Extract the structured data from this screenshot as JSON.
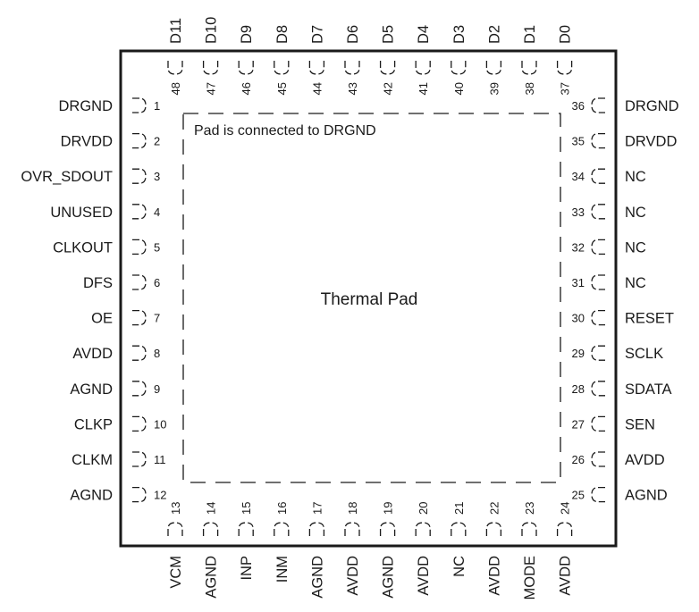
{
  "pad": {
    "title": "Thermal Pad",
    "note": "Pad is connected to DRGND"
  },
  "pins": {
    "left": [
      {
        "num": "1",
        "name": "DRGND"
      },
      {
        "num": "2",
        "name": "DRVDD"
      },
      {
        "num": "3",
        "name": "OVR_SDOUT"
      },
      {
        "num": "4",
        "name": "UNUSED"
      },
      {
        "num": "5",
        "name": "CLKOUT"
      },
      {
        "num": "6",
        "name": "DFS"
      },
      {
        "num": "7",
        "name": "OE"
      },
      {
        "num": "8",
        "name": "AVDD"
      },
      {
        "num": "9",
        "name": "AGND"
      },
      {
        "num": "10",
        "name": "CLKP"
      },
      {
        "num": "11",
        "name": "CLKM"
      },
      {
        "num": "12",
        "name": "AGND"
      }
    ],
    "bottom": [
      {
        "num": "13",
        "name": "VCM"
      },
      {
        "num": "14",
        "name": "AGND"
      },
      {
        "num": "15",
        "name": "INP"
      },
      {
        "num": "16",
        "name": "INM"
      },
      {
        "num": "17",
        "name": "AGND"
      },
      {
        "num": "18",
        "name": "AVDD"
      },
      {
        "num": "19",
        "name": "AGND"
      },
      {
        "num": "20",
        "name": "AVDD"
      },
      {
        "num": "21",
        "name": "NC"
      },
      {
        "num": "22",
        "name": "AVDD"
      },
      {
        "num": "23",
        "name": "MODE"
      },
      {
        "num": "24",
        "name": "AVDD"
      }
    ],
    "right": [
      {
        "num": "36",
        "name": "DRGND"
      },
      {
        "num": "35",
        "name": "DRVDD"
      },
      {
        "num": "34",
        "name": "NC"
      },
      {
        "num": "33",
        "name": "NC"
      },
      {
        "num": "32",
        "name": "NC"
      },
      {
        "num": "31",
        "name": "NC"
      },
      {
        "num": "30",
        "name": "RESET"
      },
      {
        "num": "29",
        "name": "SCLK"
      },
      {
        "num": "28",
        "name": "SDATA"
      },
      {
        "num": "27",
        "name": "SEN"
      },
      {
        "num": "26",
        "name": "AVDD"
      },
      {
        "num": "25",
        "name": "AGND"
      }
    ],
    "top": [
      {
        "num": "48",
        "name": "D11"
      },
      {
        "num": "47",
        "name": "D10"
      },
      {
        "num": "46",
        "name": "D9"
      },
      {
        "num": "45",
        "name": "D8"
      },
      {
        "num": "44",
        "name": "D7"
      },
      {
        "num": "43",
        "name": "D6"
      },
      {
        "num": "42",
        "name": "D5"
      },
      {
        "num": "41",
        "name": "D4"
      },
      {
        "num": "40",
        "name": "D3"
      },
      {
        "num": "39",
        "name": "D2"
      },
      {
        "num": "38",
        "name": "D1"
      },
      {
        "num": "37",
        "name": "D0"
      }
    ]
  }
}
